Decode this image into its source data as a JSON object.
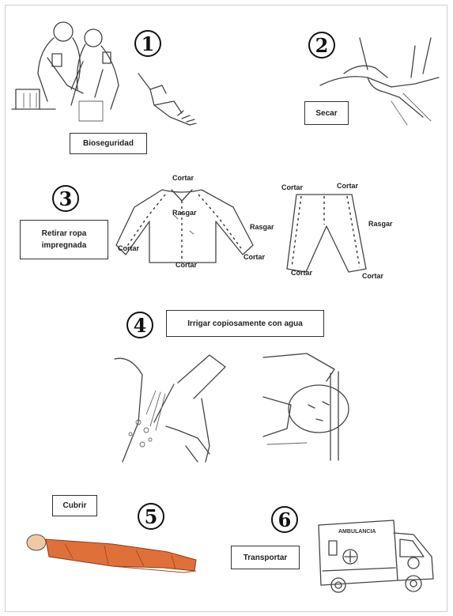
{
  "steps": [
    {
      "number": "1",
      "label": "Bioseguridad"
    },
    {
      "number": "2",
      "label": "Secar"
    },
    {
      "number": "3",
      "label": "Retirar ropa impregnada"
    },
    {
      "number": "4",
      "label": "Irrigar copiosamente con agua"
    },
    {
      "number": "5",
      "label": "Cubrir"
    },
    {
      "number": "6",
      "label": "Transportar"
    }
  ],
  "shirt_labels": {
    "cortar_top": "Cortar",
    "rasgar": "Rasgar",
    "cortar_left": "Cortar",
    "cortar_right": "Cortar",
    "cortar_bottom": "Cortar"
  },
  "pants_labels": {
    "cortar_top_left": "Cortar",
    "cortar_top_right": "Cortar",
    "rasgar_left": "Rasgar",
    "rasgar_right": "Rasgar",
    "cortar_bottom_left": "Cortar",
    "cortar_bottom_right": "Cortar"
  },
  "ambulance_text": "AMBULANCIA",
  "icons": [
    "biosafety-illustration",
    "drying-illustration",
    "shirt-cut-diagram",
    "pants-cut-diagram",
    "irrigation-illustration",
    "covered-patient-illustration",
    "ambulance-illustration"
  ],
  "colors": {
    "cover_orange": "#e0703a",
    "ink": "#444444"
  }
}
